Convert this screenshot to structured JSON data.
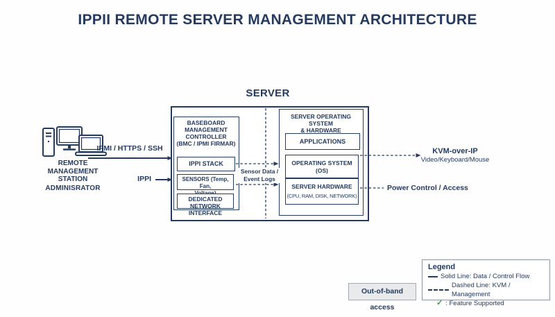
{
  "colors": {
    "navy": "#243a5e",
    "green": "#2f9e44",
    "oob_fill": "#e9eaec"
  },
  "title": "IPPII REMOTE SERVER MANAGEMENT ARCHITECTURE",
  "station": {
    "label": "REMOTE\nMANAGEMENT\nSTATION",
    "admin": "ADMINISRATOR",
    "icons": [
      "desktop-tower-icon",
      "monitor-icon",
      "laptop-icon"
    ]
  },
  "connections": {
    "ipmi_label": "IPMI / HTTPS / SSH",
    "ippi_label": "IPPI",
    "sensor_label": "Sensor Data /\nEvent Logs",
    "kvm_label": "KVM-over-IP",
    "kvm_sub": "Video/Keyboard/Mouse",
    "power_label": "Power Control / Access"
  },
  "server": {
    "label": "SERVER",
    "bmc": {
      "title": "BASEBOARD\nMANAGEMENT\nCONTROLLER\n(BMC / IPMI FIRMAR)",
      "ippi_stack": "IPPI STACK",
      "sensors": "SENSORS (Temp, Fan,\nVoltage)",
      "network": "DEDICATED NETWORK\nINTERFACE"
    },
    "os_panel": {
      "title": "SERVER OPERATING SYSTEM\n& HARDWARE",
      "applications": "APPLICATIONS",
      "os": "OPERATING SYSTEM\n(OS)",
      "hardware_title": "SERVER HARDWARE",
      "hardware_sub": "(CPU, RAM, DISK, NETWORK)"
    }
  },
  "out_of_band": "Out-of-band access",
  "legend": {
    "title": "Legend",
    "solid_item": "Solid Line: Data / Control Flow",
    "dashed_item": "Dashed Line: KVM / Management",
    "check_glyph": "✓",
    "check_item": ": Feature Supported"
  }
}
